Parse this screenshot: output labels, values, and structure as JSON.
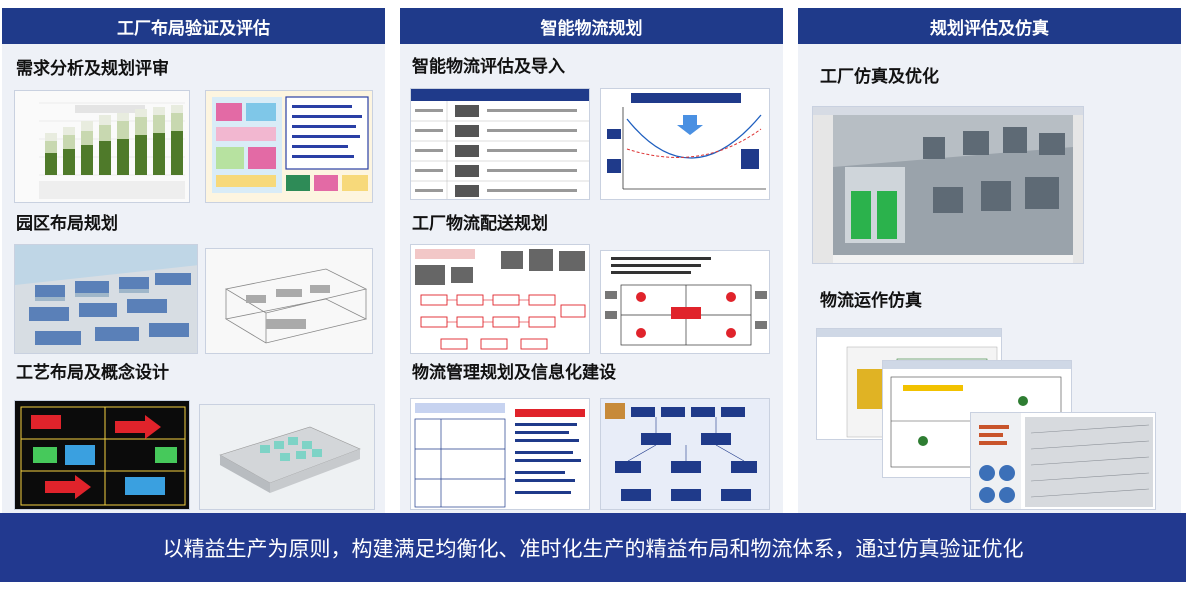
{
  "columns": [
    {
      "title": "工厂布局验证及评估",
      "sections": [
        {
          "title": "需求分析及规划评审"
        },
        {
          "title": "园区布局规划"
        },
        {
          "title": "工艺布局及概念设计"
        }
      ]
    },
    {
      "title": "智能物流规划",
      "sections": [
        {
          "title": "智能物流评估及导入"
        },
        {
          "title": "工厂物流配送规划"
        },
        {
          "title": "物流管理规划及信息化建设"
        }
      ]
    },
    {
      "title": "规划评估及仿真",
      "sections": [
        {
          "title": "工厂仿真及优化"
        },
        {
          "title": "物流运作仿真"
        }
      ]
    }
  ],
  "bottom_banner": "以精益生产为原则，构建满足均衡化、准时化生产的精益布局和物流体系，通过仿真验证优化",
  "colors": {
    "header": "#1f3a8a",
    "banner": "#22398f",
    "panel": "#eef1f7"
  }
}
